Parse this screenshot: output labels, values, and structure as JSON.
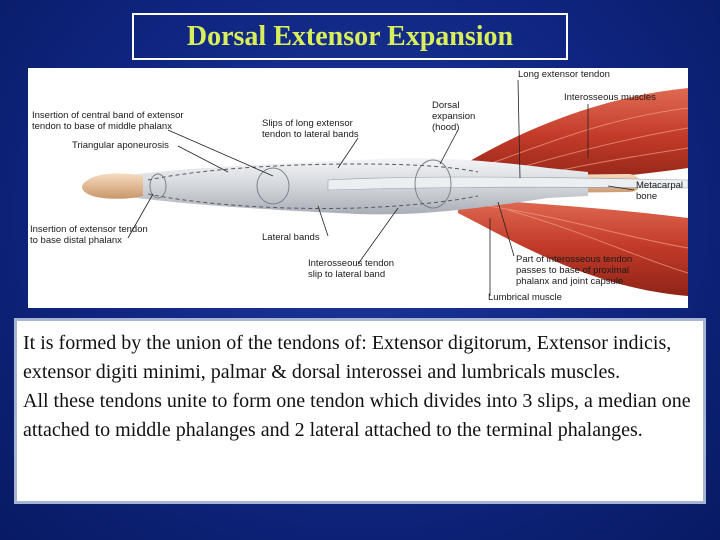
{
  "title": "Dorsal Extensor Expansion",
  "figure": {
    "labels": {
      "long_extensor_tendon": "Long extensor tendon",
      "interosseous_muscles": "Interosseous muscles",
      "dorsal_expansion": "Dorsal\nexpansion\n(hood)",
      "insertion_central_band": "Insertion of central band of extensor\ntendon to base of middle phalanx",
      "slips_long_extensor": "Slips of long extensor\ntendon to lateral bands",
      "triangular_aponeurosis": "Triangular aponeurosis",
      "metacarpal_bone": "Metacarpal\nbone",
      "insertion_extensor_distal": "Insertion of extensor tendon\nto base distal phalanx",
      "lateral_bands": "Lateral bands",
      "interosseous_tendon_slip": "Interosseous tendon\nslip to lateral band",
      "part_interosseous_tendon": "Part of interosseous tendon\npasses to base of proximal\nphalanx and joint capsule",
      "lumbrical_muscle": "Lumbrical muscle"
    }
  },
  "body": {
    "paragraph_1": "It is formed by the union of the tendons of: Extensor digitorum, Extensor indicis,  extensor digiti minimi, palmar & dorsal  interossei and lumbricals muscles.",
    "paragraph_2": "All these tendons unite to form one tendon which divides into 3 slips, a median one attached to middle phalanges and 2 lateral attached to the terminal phalanges."
  },
  "colors": {
    "title": "#d8ee5a",
    "background": "#0f2580",
    "muscle": "#c8402e",
    "tendon": "#d9dde2",
    "bone": "#e8b98a"
  }
}
